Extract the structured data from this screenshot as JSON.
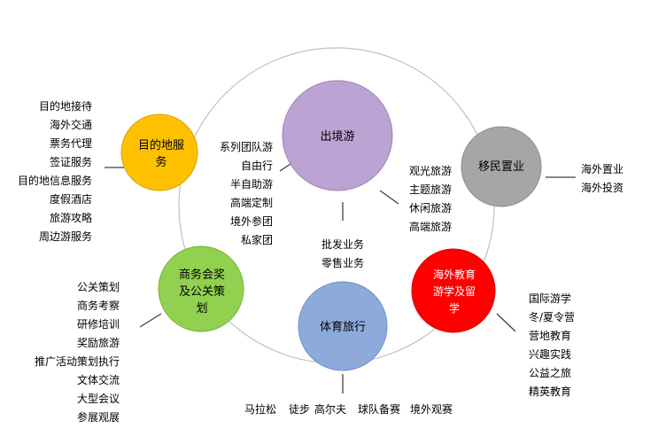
{
  "colors": {
    "chujing": "#bda2d4",
    "mudidi": "#ffc000",
    "yimin": "#a6a6a6",
    "shangwu": "#92d050",
    "haiwai": "#ff0000",
    "tiyu": "#8eaadb",
    "ring": "#bfbfbf",
    "connector": "#404040"
  },
  "nodes": {
    "chujing": "出境游",
    "mudidi": [
      "目的地服",
      "务"
    ],
    "yimin": "移民置业",
    "shangwu": [
      "商务会奖",
      "及公关策",
      "划"
    ],
    "haiwai": [
      "海外教育",
      "游学及留",
      "学"
    ],
    "tiyu": "体育旅行"
  },
  "lists": {
    "mudidi": [
      "目的地接待",
      "海外交通",
      "票务代理",
      "签证服务",
      "目的地信息服务",
      "度假酒店",
      "旅游攻略",
      "周边游服务"
    ],
    "chujing_left": [
      "系列团队游",
      "自由行",
      "半自助游",
      "高端定制",
      "境外参团",
      "私家团"
    ],
    "chujing_right": [
      "观光旅游",
      "主题旅游",
      "休闲旅游",
      "高端旅游"
    ],
    "chujing_bottom": [
      "批发业务",
      "零售业务"
    ],
    "yimin": [
      "海外置业",
      "海外投资"
    ],
    "shangwu": [
      "公关策划",
      "商务考察",
      "研修培训",
      "奖励旅游",
      "推广活动策划执行",
      "文体交流",
      "大型会议",
      "参展观展"
    ],
    "haiwai": [
      "国际游学",
      "冬/夏令营",
      "营地教育",
      "兴趣实践",
      "公益之旅",
      "精英教育"
    ],
    "tiyu": [
      "马拉松",
      "徒步",
      "高尔夫",
      "球队备赛",
      "境外观赛"
    ]
  }
}
